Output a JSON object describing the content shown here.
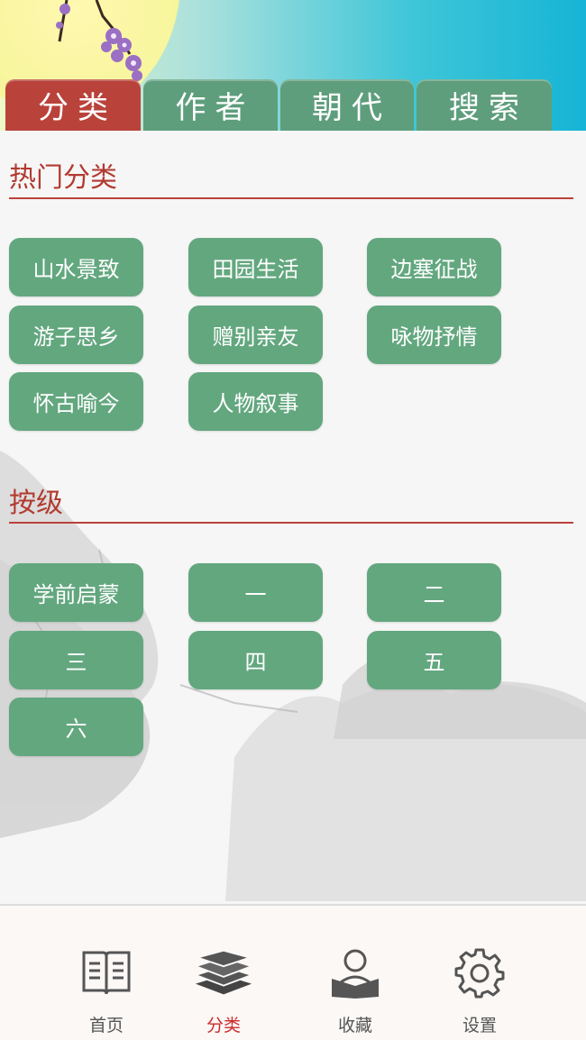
{
  "colors": {
    "accent_red": "#b9423a",
    "tab_green": "#5e9e7c",
    "chip_green": "#63a77f",
    "nav_active": "#cc2a2a"
  },
  "tabs": [
    {
      "label": "分类",
      "active": true
    },
    {
      "label": "作者",
      "active": false
    },
    {
      "label": "朝代",
      "active": false
    },
    {
      "label": "搜索",
      "active": false
    }
  ],
  "popular": {
    "title": "热门分类",
    "items": [
      "山水景致",
      "田园生活",
      "边塞征战",
      "游子思乡",
      "赠别亲友",
      "咏物抒情",
      "怀古喻今",
      "人物叙事"
    ]
  },
  "grade": {
    "title": "按级",
    "items": [
      "学前启蒙",
      "一",
      "二",
      "三",
      "四",
      "五",
      "六"
    ]
  },
  "bottom_nav": [
    {
      "label": "首页",
      "icon": "book-icon",
      "active": false
    },
    {
      "label": "分类",
      "icon": "books-stack-icon",
      "active": true
    },
    {
      "label": "收藏",
      "icon": "reader-icon",
      "active": false
    },
    {
      "label": "设置",
      "icon": "gear-icon",
      "active": false
    }
  ]
}
